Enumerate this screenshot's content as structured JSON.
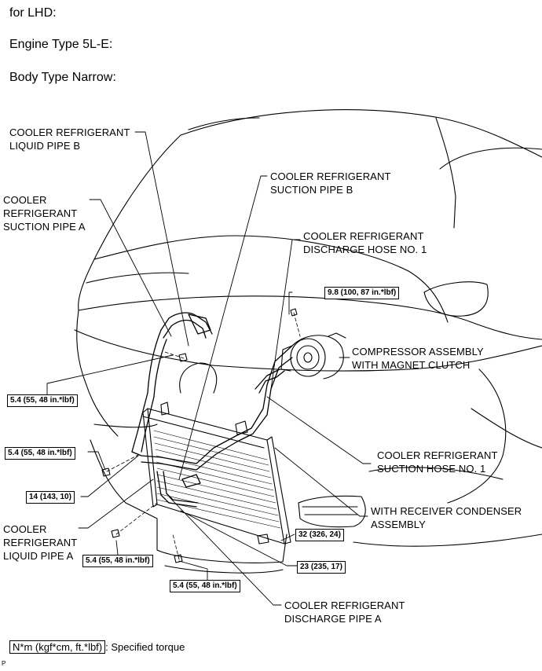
{
  "header": {
    "line1": "for LHD:",
    "line2": "Engine Type 5L-E:",
    "line3": "Body Type Narrow:"
  },
  "labels": {
    "liquid_pipe_b": [
      "COOLER REFRIGERANT",
      "LIQUID PIPE B"
    ],
    "suction_pipe_b": [
      "COOLER REFRIGERANT",
      "SUCTION PIPE B"
    ],
    "suction_pipe_a": [
      "COOLER",
      "REFRIGERANT",
      "SUCTION PIPE A"
    ],
    "discharge_hose": [
      "COOLER REFRIGERANT",
      "DISCHARGE HOSE NO. 1"
    ],
    "compressor": [
      "COMPRESSOR ASSEMBLY",
      "WITH MAGNET CLUTCH"
    ],
    "suction_hose": [
      "COOLER REFRIGERANT",
      "SUCTION HOSE NO. 1"
    ],
    "condenser": [
      "WITH RECEIVER CONDENSER",
      "ASSEMBLY"
    ],
    "liquid_pipe_a": [
      "COOLER",
      "REFRIGERANT",
      "LIQUID PIPE A"
    ],
    "discharge_pipe_a": [
      "COOLER REFRIGERANT",
      "DISCHARGE PIPE A"
    ]
  },
  "torques": {
    "t_compressor": "9.8 (100, 87 in.*lbf)",
    "t_upper_left": "5.4 (55, 48 in.*lbf)",
    "t_mid_left": "5.4 (55, 48 in.*lbf)",
    "t_14": "14 (143, 10)",
    "t_lower_left": "5.4 (55, 48 in.*lbf)",
    "t_bottom": "5.4 (55, 48 in.*lbf)",
    "t_32": "32 (326, 24)",
    "t_23": "23 (235, 17)"
  },
  "legend": {
    "unit_box": "N*m (kgf*cm, ft.*lbf)",
    "text": ": Specified torque"
  },
  "figure_code": "P"
}
